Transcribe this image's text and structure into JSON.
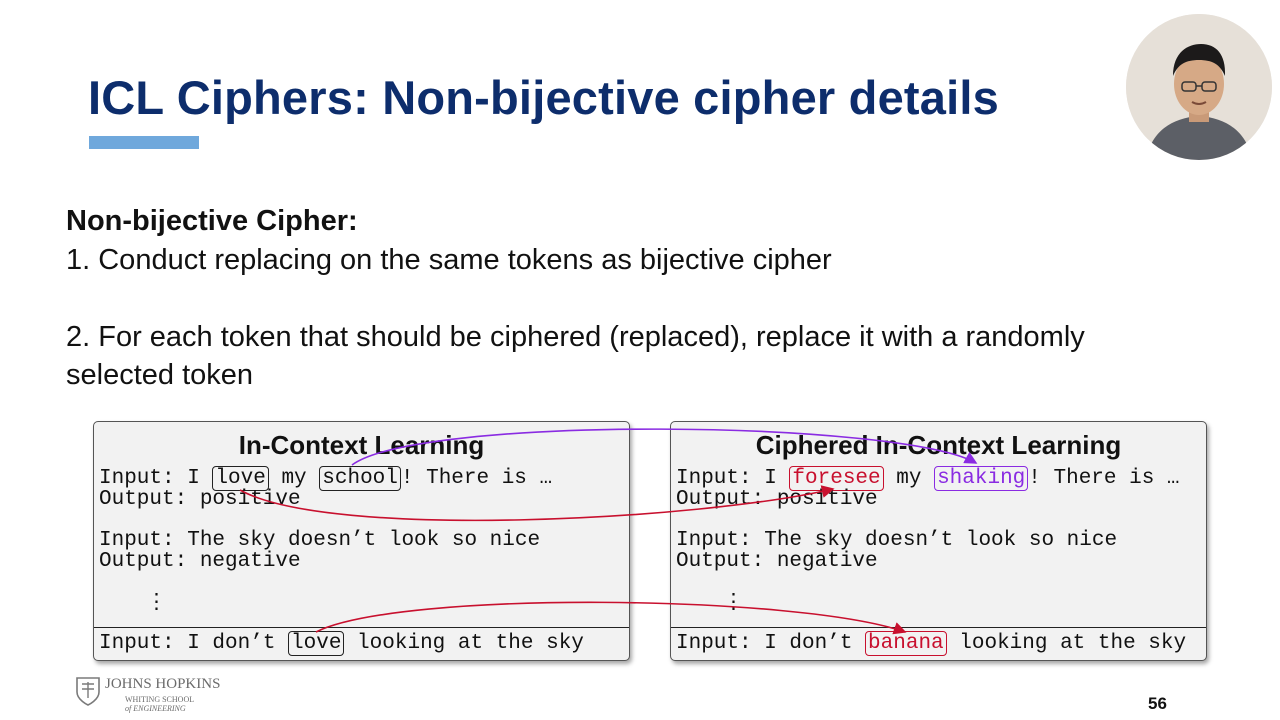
{
  "slide": {
    "title": "ICL Ciphers: Non-bijective cipher details",
    "heading": "Non-bijective Cipher:",
    "point1": "1. Conduct replacing on the same tokens as bijective cipher",
    "point2_line1": "2. For each token that should be ciphered (replaced), replace it with a randomly",
    "point2_line2": "selected token",
    "page_number": "56"
  },
  "left_panel": {
    "title": "In-Context Learning",
    "row1_prefix": "Input: I ",
    "row1_tok1": "love",
    "row1_mid": " my ",
    "row1_tok2": "school",
    "row1_suffix": "! There is …",
    "row2": "Output: positive",
    "row3": "Input: The sky doesn’t look so nice",
    "row4": "Output: negative",
    "row5": "⋮",
    "row6_prefix": "Input: I don’t ",
    "row6_tok": "love",
    "row6_suffix": " looking at the sky"
  },
  "right_panel": {
    "title": "Ciphered In-Context Learning",
    "row1_prefix": "Input: I ",
    "row1_tok1": "foresee",
    "row1_mid": " my ",
    "row1_tok2": "shaking",
    "row1_suffix": "! There is …",
    "row2": "Output: positive",
    "row3": "Input: The sky doesn’t look so nice",
    "row4": "Output: negative",
    "row5": "⋮",
    "row6_prefix": "Input: I don’t ",
    "row6_tok": "banana",
    "row6_suffix": " looking at the sky"
  },
  "logo": {
    "name": "JOHNS HOPKINS",
    "line2": "WHITING SCHOOL",
    "line3": "of ENGINEERING"
  },
  "colors": {
    "title": "#0d2d6c",
    "accent_bar": "#6fa8dc",
    "cipher_red": "#c8102e",
    "cipher_purple": "#8a2be2"
  }
}
